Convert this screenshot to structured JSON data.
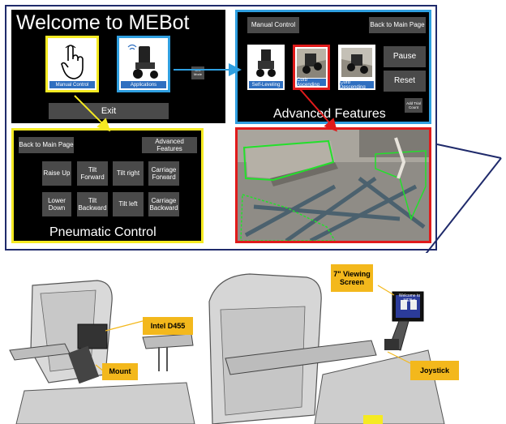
{
  "welcome": {
    "title": "Welcome to MEBot",
    "manual_control": "Manual Control",
    "applications": "Applications",
    "dev_mode": "Dev Mode",
    "exit": "Exit"
  },
  "pneumatic": {
    "back": "Back to Main Page",
    "advanced": "Advanced Features",
    "raise_up": "Raise Up",
    "tilt_forward": "Tilt Forward",
    "tilt_right": "Tilt right",
    "carriage_forward": "Carriage Forward",
    "lower_down": "Lower Down",
    "tilt_backward": "Tilt Backward",
    "tilt_left": "Tilt left",
    "carriage_backward": "Carriage Backward",
    "title": "Pneumatic Control"
  },
  "advanced": {
    "manual_control": "Manual Control",
    "back": "Back to Main Page",
    "self_leveling": "Self-Leveling",
    "curb_ascending": "Curb Ascending",
    "curb_descending": "Curb Descending",
    "pause": "Pause",
    "reset": "Reset",
    "add_trial_count": "Add Trial Count",
    "title": "Advanced Features"
  },
  "callouts": {
    "intel": "Intel D455",
    "mount": "Mount",
    "viewing_screen": "7\" Viewing Screen",
    "joystick": "Joystick",
    "mini_title": "Welcome to MEBot"
  },
  "colors": {
    "yellow": "#f5ea22",
    "blue": "#2f9fe0",
    "red": "#e01b1b",
    "navy": "#1f2a6b",
    "callout": "#f3b81c"
  }
}
